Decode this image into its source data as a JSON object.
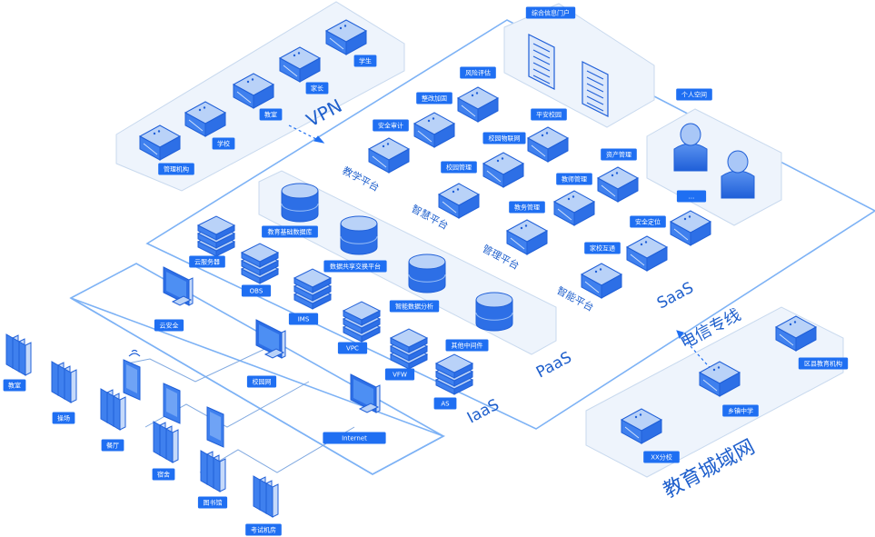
{
  "colors": {
    "accent": "#1f6ff2",
    "outline": "#7db2f5",
    "device_top": "#b9d2f8",
    "device_side": "#2d6fe6",
    "text_blue": "#1e5fcc"
  },
  "layers": {
    "vpn": "VPN",
    "saas": "SaaS",
    "paas": "PaaS",
    "iaas": "IaaS",
    "telecom_line": "电信专线",
    "edu_metro": "教育城域网"
  },
  "vpn_nodes": [
    "管理机构",
    "学校",
    "教室",
    "家长",
    "学生"
  ],
  "saas": {
    "portal": "综合信息门户",
    "personal": "个人空间",
    "platforms": [
      "教学平台",
      "智慧平台",
      "管理平台",
      "智能平台"
    ],
    "apps": [
      "安全审计",
      "整改加固",
      "风险评估",
      "平安校园",
      "校园物联网",
      "校园管理",
      "资产管理",
      "教师管理",
      "教务管理",
      "...",
      "安全定位",
      "家校互通"
    ]
  },
  "paas": {
    "databases": [
      "教育基础数据库",
      "数据共享交换平台",
      "智能数据分析",
      "其他中间件"
    ]
  },
  "iaas": {
    "stacks": [
      "云服务器",
      "OBS",
      "IMS",
      "VPC",
      "VFW",
      "AS"
    ]
  },
  "network": {
    "monitors": [
      "云安全",
      "校园网",
      "Internet"
    ]
  },
  "campus_sites": [
    "教室",
    "操场",
    "餐厅",
    "宿舍",
    "图书馆",
    "考试机房"
  ],
  "metro_nodes": [
    "XX分校",
    "乡镇中学",
    "区县教育机构"
  ]
}
